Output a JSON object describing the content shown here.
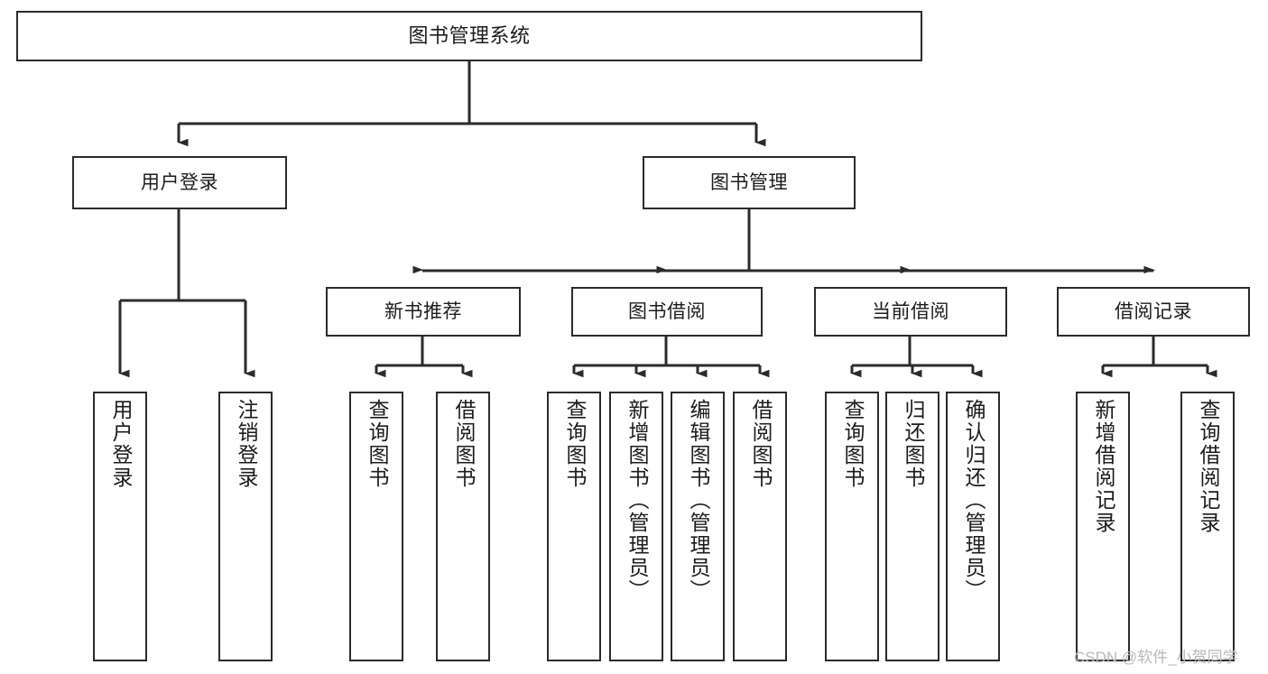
{
  "diagram": {
    "type": "hierarchy-tree",
    "title": "图书管理系统",
    "line_color": "#2b2b2b",
    "box_fill": "#ffffff",
    "text_color": "#1c1c1c"
  },
  "nodes": {
    "root": {
      "label": "图书管理系统"
    },
    "level2": [
      {
        "label": "用户登录"
      },
      {
        "label": "图书管理"
      }
    ],
    "level3": [
      {
        "label": "新书推荐"
      },
      {
        "label": "图书借阅"
      },
      {
        "label": "当前借阅"
      },
      {
        "label": "借阅记录"
      }
    ],
    "leaves": {
      "user_login": [
        {
          "label": "用户登录"
        },
        {
          "label": "注销登录"
        }
      ],
      "new_book": [
        {
          "label": "查询图书"
        },
        {
          "label": "借阅图书"
        }
      ],
      "book_borrow": [
        {
          "label": "查询图书"
        },
        {
          "label": "新增图书（管理员）"
        },
        {
          "label": "编辑图书（管理员）"
        },
        {
          "label": "借阅图书"
        }
      ],
      "current_borrow": [
        {
          "label": "查询图书"
        },
        {
          "label": "归还图书"
        },
        {
          "label": "确认归还（管理员）"
        }
      ],
      "borrow_record": [
        {
          "label": "新增借阅记录"
        },
        {
          "label": "查询借阅记录"
        }
      ]
    }
  },
  "watermark": {
    "text": "CSDN @软件_小贺同学"
  }
}
